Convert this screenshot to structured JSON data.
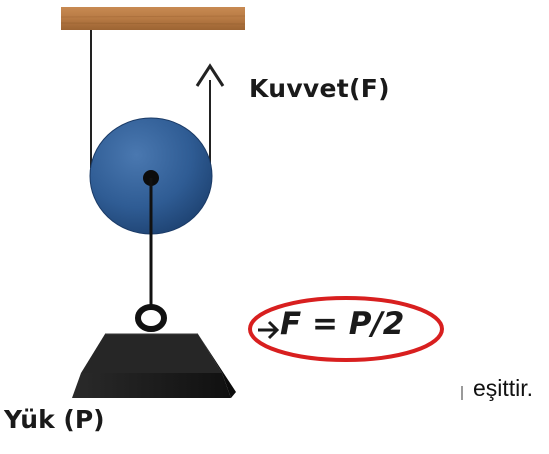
{
  "labels": {
    "force": "Kuvvet(F)",
    "load": "Yük (P)",
    "formula": "F = P/2",
    "tail_text": "eşittir."
  },
  "colors": {
    "wood": "#b87a45",
    "pulley": "#2f5c94",
    "rope": "#222222",
    "weight": "#161616",
    "formula_ring": "#d81f1f"
  },
  "icons": {
    "formula_arrow": "right-arrow-icon",
    "force_arrow": "up-arrow-icon"
  }
}
